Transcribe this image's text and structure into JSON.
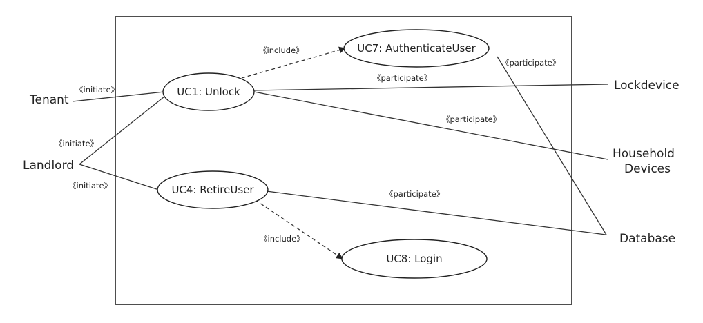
{
  "diagram": {
    "actors": {
      "tenant": "Tenant",
      "landlord": "Landlord",
      "lockdevice": "Lockdevice",
      "household_line1": "Household",
      "household_line2": "Devices",
      "database": "Database"
    },
    "use_cases": {
      "uc1": "UC1: Unlock",
      "uc4": "UC4: RetireUser",
      "uc7": "UC7: AuthenticateUser",
      "uc8": "UC8: Login"
    },
    "stereotypes": {
      "tenant_initiate": "《initiate》",
      "landlord_uc1_initiate": "《initiate》",
      "landlord_uc4_initiate": "《initiate》",
      "uc1_uc7_include": "《include》",
      "uc4_uc8_include": "《include》",
      "uc1_lock_participate": "《participate》",
      "uc1_household_participate": "《participate》",
      "uc7_database_participate": "《participate》",
      "uc4_database_participate": "《participate》"
    }
  }
}
